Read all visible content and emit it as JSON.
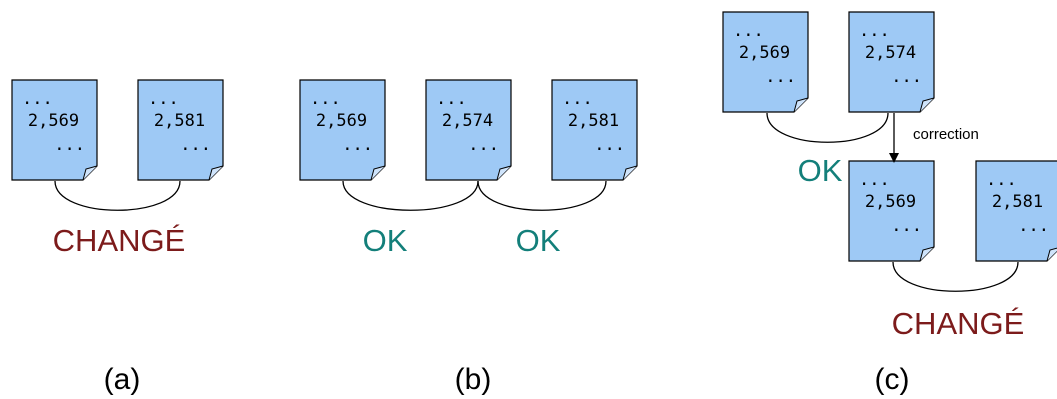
{
  "colors": {
    "doc_fill": "#9ec9f5",
    "doc_stroke": "#000000",
    "ok": "#137f7a",
    "change": "#7c1b1b"
  },
  "docs": {
    "a1": {
      "top": "...",
      "num": "2,569",
      "bottom": "..."
    },
    "a2": {
      "top": "...",
      "num": "2,581",
      "bottom": "..."
    },
    "b1": {
      "top": "...",
      "num": "2,569",
      "bottom": "..."
    },
    "b2": {
      "top": "...",
      "num": "2,574",
      "bottom": "..."
    },
    "b3": {
      "top": "...",
      "num": "2,581",
      "bottom": "..."
    },
    "c1": {
      "top": "...",
      "num": "2,569",
      "bottom": "..."
    },
    "c2": {
      "top": "...",
      "num": "2,574",
      "bottom": "..."
    },
    "c3": {
      "top": "...",
      "num": "2,569",
      "bottom": "..."
    },
    "c4": {
      "top": "...",
      "num": "2,581",
      "bottom": "..."
    }
  },
  "labels": {
    "a_status": "CHANGÉ",
    "b_status_1": "OK",
    "b_status_2": "OK",
    "c_status_ok": "OK",
    "c_status_change": "CHANGÉ",
    "c_correction": "correction",
    "panel_a": "(a)",
    "panel_b": "(b)",
    "panel_c": "(c)"
  }
}
